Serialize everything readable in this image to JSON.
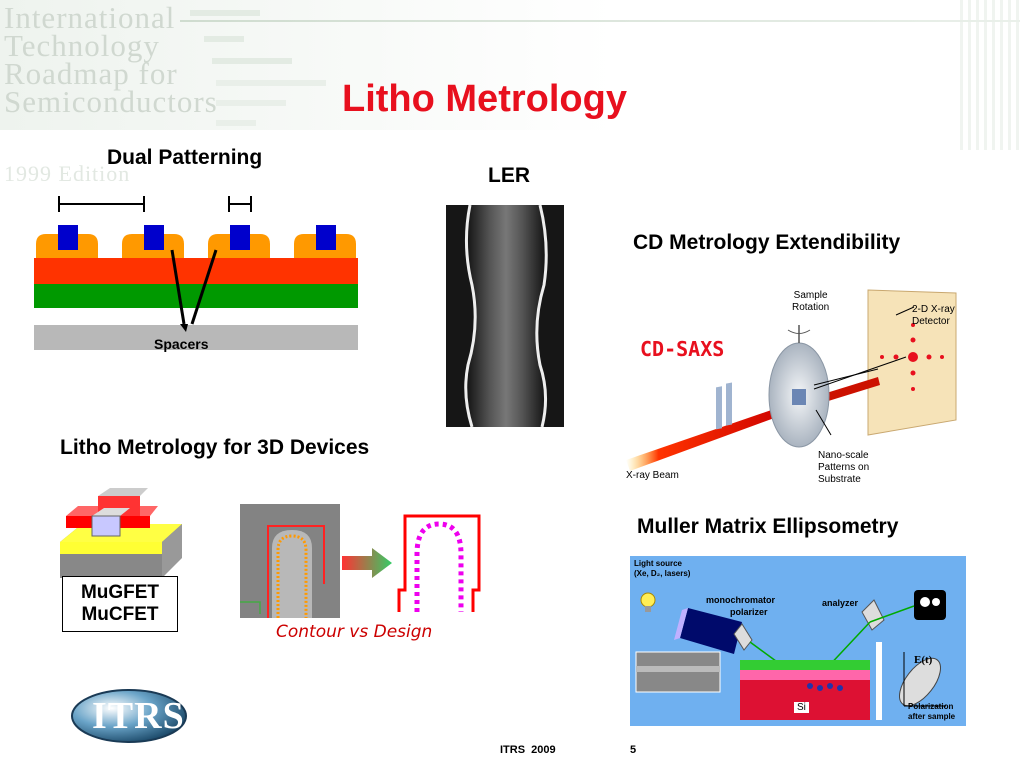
{
  "watermark": {
    "lines": [
      "International",
      "Technology",
      "Roadmap for",
      "Semiconductors"
    ],
    "year_line": "1999 Edition"
  },
  "title": "Litho Metrology",
  "dual_patterning": {
    "heading": "Dual Patterning",
    "spacers_label": "Spacers"
  },
  "ler": {
    "heading": "LER"
  },
  "cd_metrology": {
    "heading": "CD Metrology Extendibility",
    "cdsaxs_label": "CD-SAXS",
    "labels": {
      "sample_rotation_1": "Sample",
      "sample_rotation_2": "Rotation",
      "detector_1": "2-D X-ray",
      "detector_2": "Detector",
      "xray_beam": "X-ray Beam",
      "nanoscale_1": "Nano-scale",
      "nanoscale_2": "Patterns on",
      "nanoscale_3": "Substrate"
    }
  },
  "litho_3d": {
    "heading": "Litho Metrology for 3D Devices",
    "device_label_1": "MuGFET",
    "device_label_2": "MuCFET",
    "contour_label": "Contour vs Design"
  },
  "muller": {
    "heading": "Muller Matrix Ellipsometry",
    "light_source_1": "Light source",
    "light_source_2": "(Xe, D₂, lasers)",
    "monochromator": "monochromator",
    "polarizer": "polarizer",
    "analyzer": "analyzer",
    "si": "Si",
    "polarization_1": "Polarization",
    "polarization_2": "after sample",
    "e_field": "E(t)"
  },
  "footer": {
    "org": "ITRS  2009",
    "page": "5",
    "logo_text": "ITRS"
  },
  "colors": {
    "title": "#e8101e",
    "orange": "#ff9900",
    "red": "#ff3300",
    "green": "#009900",
    "blue": "#0000cc"
  }
}
